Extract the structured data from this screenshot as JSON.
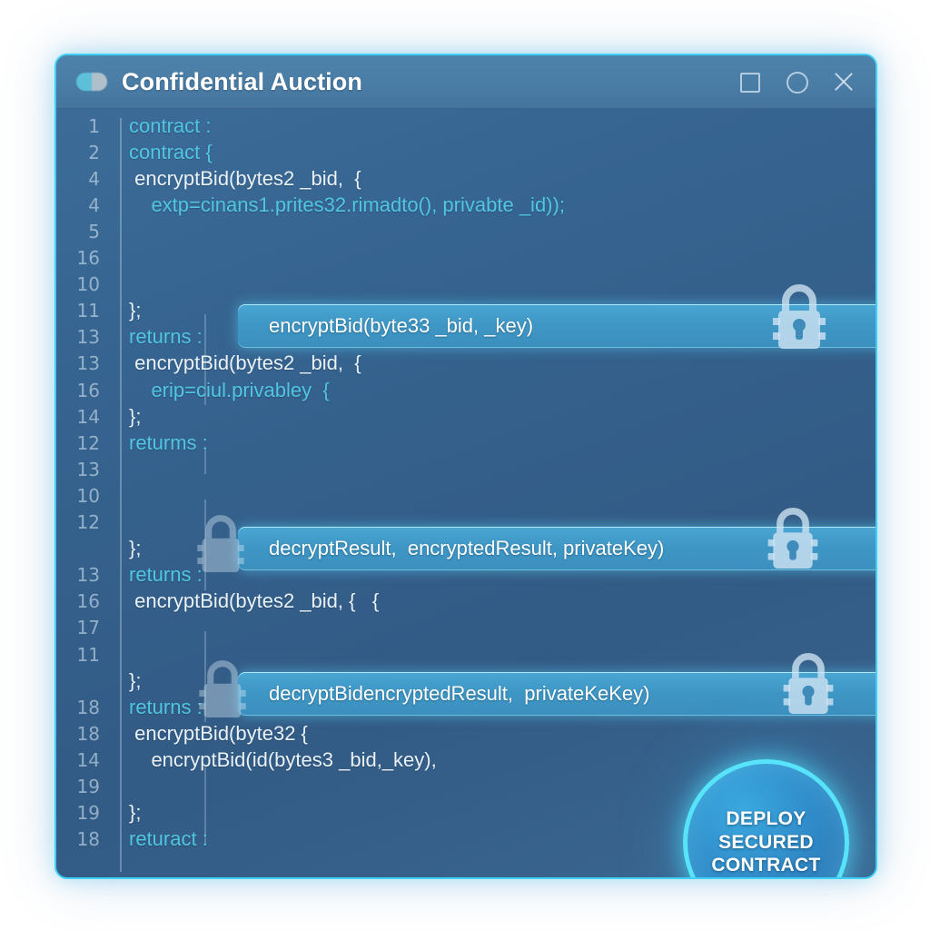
{
  "window": {
    "title": "Confidential Auction",
    "icon": "app-pill-icon",
    "accent_color": "#3fd0f5",
    "titlebar_color": "#4a7da6",
    "body_color": "#35628e",
    "controls": [
      {
        "name": "maximize",
        "glyph": "square"
      },
      {
        "name": "minimize",
        "glyph": "circle"
      },
      {
        "name": "close",
        "glyph": "x"
      }
    ]
  },
  "editor": {
    "keyword_color": "#51c6e2",
    "text_color": "#e9f2f8",
    "gutter_color": "#cde0ee",
    "lines": [
      {
        "no": "1",
        "text": "contract :",
        "style": "kw"
      },
      {
        "no": "2",
        "text": "contract {",
        "style": "kw"
      },
      {
        "no": "4",
        "text": " encryptBid(bytes2 _bid,  {",
        "style": "plain",
        "indent": 1
      },
      {
        "no": "4",
        "text": "    extp=cinans1.prites32.rimadto(), privabte _id));",
        "style": "kw",
        "indent": 2
      },
      {
        "no": "5",
        "text": "",
        "style": "plain"
      },
      {
        "no": "16",
        "text": "",
        "style": "plain"
      },
      {
        "no": "10",
        "text": "",
        "style": "plain"
      },
      {
        "no": "11",
        "text": "};",
        "style": "plain"
      },
      {
        "no": "13",
        "text": "returns :",
        "style": "kw"
      },
      {
        "no": "13",
        "text": " encryptBid(bytes2 _bid,  {",
        "style": "plain",
        "indent": 1
      },
      {
        "no": "16",
        "text": "    erip=ciul.privabley  {",
        "style": "kw",
        "indent": 2
      },
      {
        "no": "14",
        "text": "};",
        "style": "plain"
      },
      {
        "no": "12",
        "text": "returms :",
        "style": "kw"
      },
      {
        "no": "13",
        "text": "",
        "style": "plain"
      },
      {
        "no": "10",
        "text": "",
        "style": "plain"
      },
      {
        "no": "12",
        "text": "",
        "style": "plain"
      },
      {
        "no": "",
        "text": "};",
        "style": "plain"
      },
      {
        "no": "13",
        "text": "returns :",
        "style": "kw"
      },
      {
        "no": "16",
        "text": " encryptBid(bytes2 _bid, {   {",
        "style": "plain",
        "indent": 1
      },
      {
        "no": "17",
        "text": "",
        "style": "plain"
      },
      {
        "no": "11",
        "text": "",
        "style": "plain"
      },
      {
        "no": "",
        "text": "};",
        "style": "plain"
      },
      {
        "no": "18",
        "text": "returns :",
        "style": "kw"
      },
      {
        "no": "18",
        "text": " encryptBid(byte32 {",
        "style": "plain",
        "indent": 1
      },
      {
        "no": "14",
        "text": "    encryptBid(id(bytes3 _bid,_key),",
        "style": "plain",
        "indent": 2
      },
      {
        "no": "19",
        "text": "",
        "style": "plain"
      },
      {
        "no": "19",
        "text": "};",
        "style": "plain"
      },
      {
        "no": "18",
        "text": "returact :",
        "style": "kw"
      }
    ],
    "encrypted_rows": [
      {
        "id": "row-encrypt-bid",
        "text": "encryptBid(byte33 _bid, _key)"
      },
      {
        "id": "row-decrypt-result",
        "text": "decryptResult,  encryptedResult, privateKey)"
      },
      {
        "id": "row-decrypt-bid",
        "text": "decryptBidencryptedResult,  privateKeKey)"
      }
    ],
    "highlight_color": "#3f97c6",
    "highlight_glow": "#5ad7ff"
  },
  "deploy_button": {
    "label": "DEPLOY\nSECURED\nCONTRACT",
    "ring_color": "#57e4fb",
    "fill_color": "#2f86c4"
  },
  "locks": {
    "icon_name": "padlock-icon",
    "color": "#cfe4f2"
  }
}
